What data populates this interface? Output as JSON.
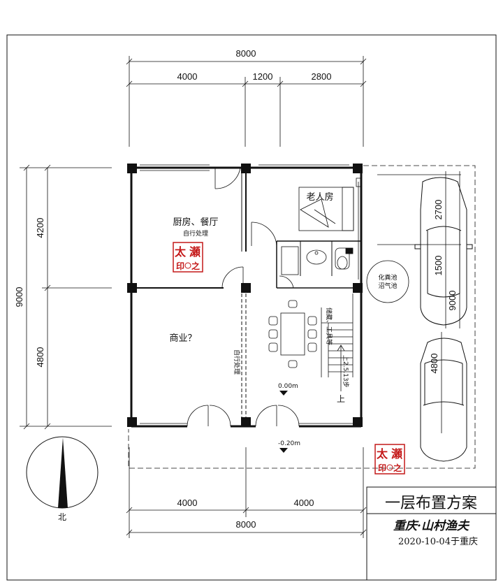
{
  "dimensions": {
    "top_total": "8000",
    "top_segments": [
      "4000",
      "1200",
      "2800"
    ],
    "bottom_total": "8000",
    "bottom_segments": [
      "4000",
      "4000"
    ],
    "left_total": "9000",
    "left_segments": [
      "4200",
      "4800"
    ],
    "right_car": [
      "2700",
      "1500",
      "9000",
      "4800"
    ]
  },
  "rooms": {
    "kitchen": "厨房、餐厅",
    "kitchen_note": "自行处理",
    "elder_room": "老人房",
    "commerce": "商业？",
    "commerce_note": "自行处理",
    "septic": [
      "化粪池",
      "沼气池"
    ],
    "storage": "储藏、工具等",
    "stair_steps": "上2.5.13步",
    "stair_up": "上",
    "elev_inside": "0.00m",
    "elev_outside": "-0.20m"
  },
  "stamps": [
    {
      "chars": [
        "太",
        "瀬",
        "印",
        "之"
      ]
    },
    {
      "chars": [
        "太",
        "瀬",
        "印",
        "之"
      ]
    }
  ],
  "compass": {
    "label": "北"
  },
  "title_block": {
    "title": "一层布置方案",
    "author": "重庆·山村渔夫",
    "date": "2020-10-04于重庆"
  },
  "colors": {
    "line": "#111111",
    "stamp": "#c41818"
  }
}
